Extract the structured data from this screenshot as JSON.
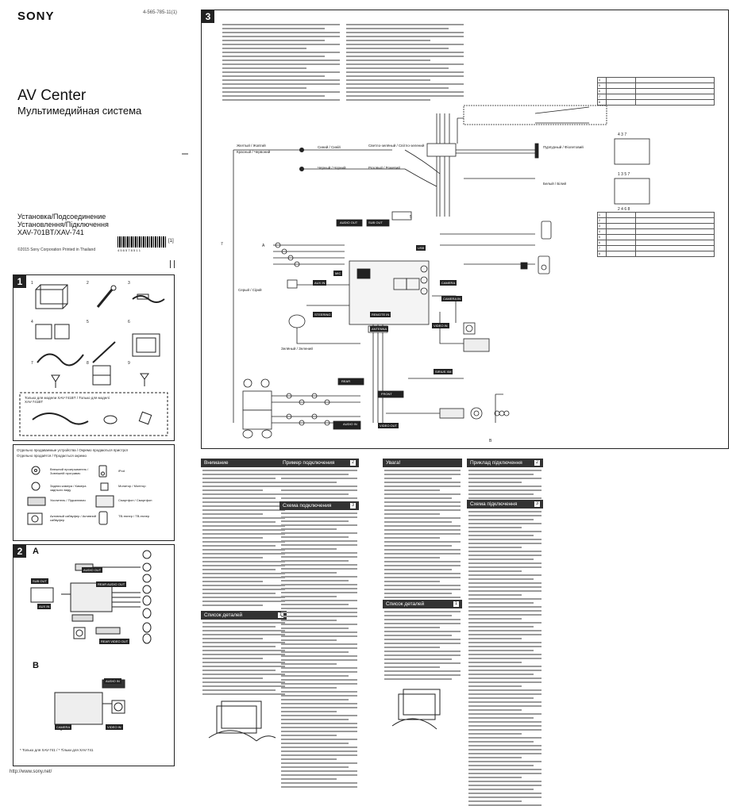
{
  "header": {
    "brand": "SONY",
    "part_number": "4-565-785-11(1)",
    "title": "AV Center",
    "subtitle": "Мультимедийная система",
    "install_line1": "Установка/Подсоединение",
    "install_line2": "Установлення/Підключення",
    "model": "XAV-701BT/XAV-741",
    "copyright": "©2015 Sony Corporation   Printed in Thailand",
    "barcode_number": "4 5 6 5 7 8 5 1 1"
  },
  "panel1": {
    "number": "1",
    "note": "Только для модели XAV-741BT / Только для моделі XAV-741BT"
  },
  "legend": {
    "caption1": "Отдельно продаваемые устройства / Окремо продаються пристрої",
    "caption2": "Отдельно продаётся / Продається окремо",
    "items": [
      {
        "label": "Внешний проигрыватель / Зовнішній програвач",
        "icon": "cd-player-icon"
      },
      {
        "label": "iPod",
        "icon": "ipod-icon"
      },
      {
        "label": "Задняя камера / Камера заднього виду",
        "icon": "camera-icon"
      },
      {
        "label": "Монитор / Монітор",
        "icon": "monitor-icon"
      },
      {
        "label": "Усилитель / Підсилювач",
        "icon": "amplifier-icon"
      },
      {
        "label": "Смартфон / Смартфон",
        "icon": "smartphone-icon"
      },
      {
        "label": "Активный сабвуфер / Активний сабвуфер",
        "icon": "subwoofer-icon"
      },
      {
        "label": "ТВ-тюнер / ТВ-тюнер",
        "icon": "tuner-icon"
      }
    ]
  },
  "panel2": {
    "number": "2",
    "a_label": "A",
    "b_label": "B",
    "labels": [
      "AUDIO OUT",
      "REAR AUDIO OUT",
      "SUB OUT",
      "REAR VIDEO OUT",
      "AUX IN",
      "CAMERA",
      "AUDIO IN",
      "VIDEO IN"
    ],
    "footnote": "* Только для XAV-741 / * Тільки для XAV-741"
  },
  "panel3": {
    "number": "3",
    "labels": [
      "AUDIO OUT",
      "SUB OUT",
      "REAR",
      "FRONT",
      "CAMERA IN",
      "SIRIUS XM",
      "STEERING",
      "AUX IN",
      "VIDEO IN",
      "AUDIO IN",
      "MIC",
      "USB",
      "ANTENNA",
      "REMOTE IN",
      "CAMERA",
      "VIDEO OUT",
      "Желтый / Жовтий",
      "Красный / Червоний",
      "Синий / Синій",
      "Черный / Чорний",
      "Светло-зелёный / Світло-зелений",
      "Розовый / Рожевий",
      "Пурпурный / Фіолетовий",
      "Белый / Білий",
      "Серый / Сірий",
      "Зелёный / Зелений"
    ]
  },
  "columns": [
    {
      "title": "Внимание",
      "num": ""
    },
    {
      "title": "Пример подключения",
      "num": "2"
    },
    {
      "title": "Схема подключения",
      "num": "3"
    },
    {
      "title": "Список деталей",
      "num": "1"
    },
    {
      "title": "Увага!",
      "num": ""
    },
    {
      "title": "Приклад підключення",
      "num": "2"
    },
    {
      "title": "Схема підключення",
      "num": "3"
    },
    {
      "title": "Список деталей",
      "num": "1"
    }
  ],
  "footer": {
    "url": "http://www.sony.net/"
  },
  "colors": {
    "ink": "#111111",
    "block": "#222222",
    "text_line": "#9a9a9a"
  }
}
